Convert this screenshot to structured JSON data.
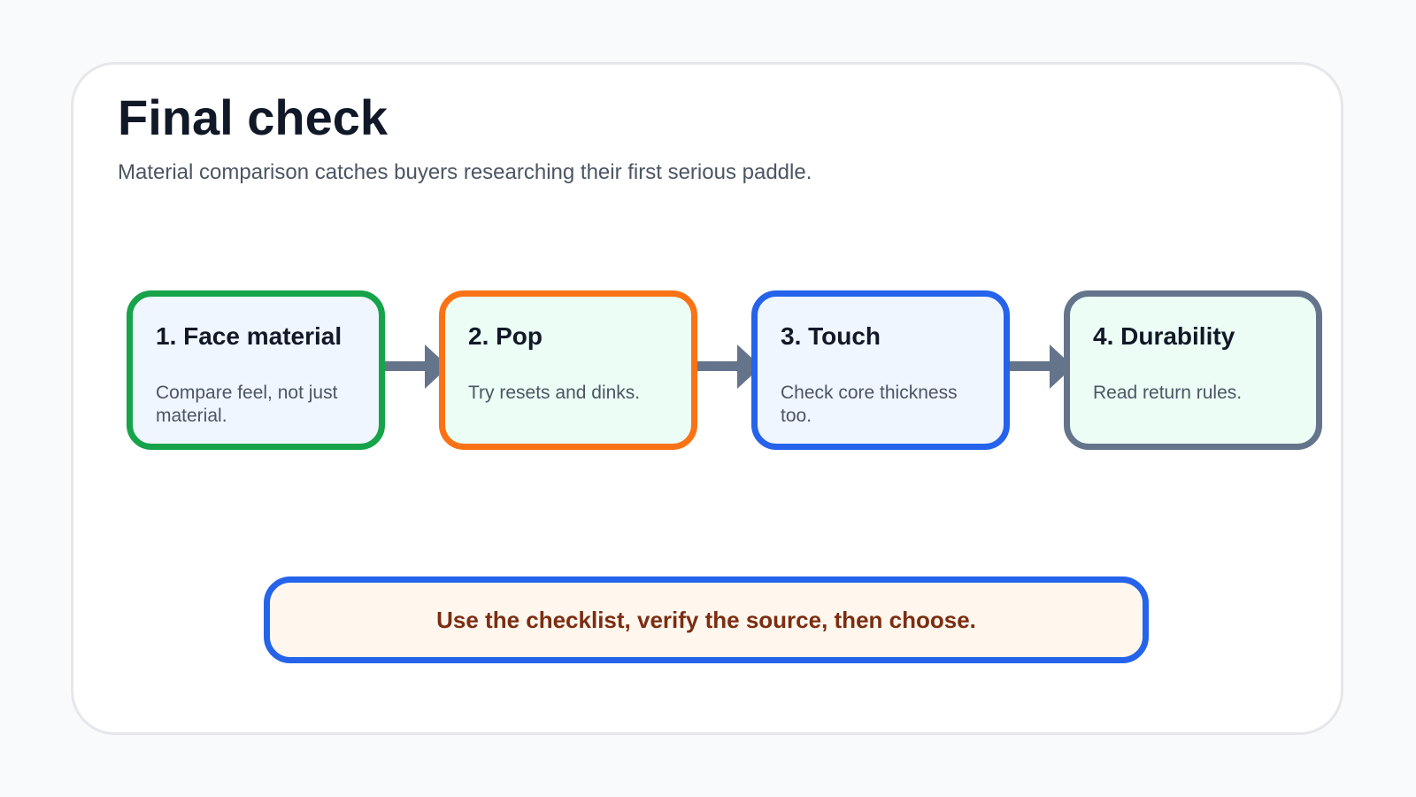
{
  "header": {
    "title": "Final check",
    "subtitle": "Material comparison catches buyers researching their first serious paddle."
  },
  "steps": [
    {
      "title": "1. Face material",
      "desc": "Compare feel, not just material.",
      "border": "#16a34a",
      "fill": "#eff6ff"
    },
    {
      "title": "2. Pop",
      "desc": "Try resets and dinks.",
      "border": "#f97316",
      "fill": "#ecfdf5"
    },
    {
      "title": "3. Touch",
      "desc": "Check core thickness too.",
      "border": "#2563eb",
      "fill": "#eff6ff"
    },
    {
      "title": "4. Durability",
      "desc": "Read return rules.",
      "border": "#64748b",
      "fill": "#ecfdf5"
    }
  ],
  "callout": {
    "text": "Use the checklist, verify the source, then choose."
  },
  "colors": {
    "arrow": "#64748b",
    "background": "#f8fafc",
    "card_border": "#e5e7eb"
  }
}
